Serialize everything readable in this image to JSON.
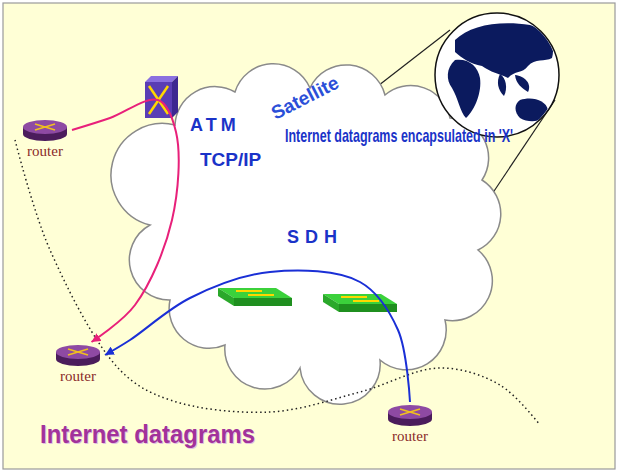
{
  "diagram": {
    "nodes": [
      {
        "text": [
          "router"
        ]
      },
      {
        "text": [
          "router"
        ]
      },
      {
        "text": [
          "router"
        ]
      }
    ],
    "edges": [
      {
        "from": 0,
        "to": 1,
        "arrow": "to"
      },
      {
        "from": 2,
        "to": 1,
        "arrow": "to"
      }
    ],
    "labels": [
      "Satellite",
      "ATM",
      "TCP/IP",
      "Internet datagrams encapsulated in 'X'",
      "SDH",
      "Internet datagrams"
    ]
  }
}
